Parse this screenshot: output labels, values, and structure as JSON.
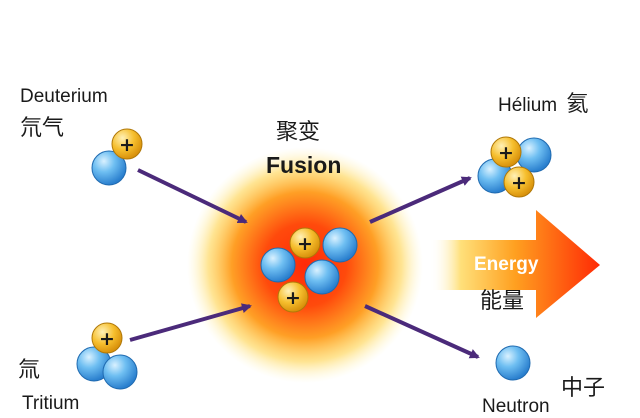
{
  "title": {
    "cn": "聚变",
    "en": "Fusion"
  },
  "reactants": [
    {
      "en": "Deuterium",
      "cn": "氘气"
    },
    {
      "en": "Tritium",
      "cn": "氚"
    }
  ],
  "products": [
    {
      "en": "Hélium",
      "cn": "氦"
    },
    {
      "en": "Neutron",
      "cn": "中子"
    }
  ],
  "energy": {
    "en": "Energy",
    "cn": "能量"
  },
  "symbols": {
    "proton": "+"
  },
  "colors": {
    "proton": "#f0b323",
    "neutron": "#4a9fe0",
    "arrow": "#4b2a7a",
    "glow_core": "#ff3a0a",
    "glow_outer": "#ffd23a",
    "energy_arrow": "#ff3c0a"
  }
}
